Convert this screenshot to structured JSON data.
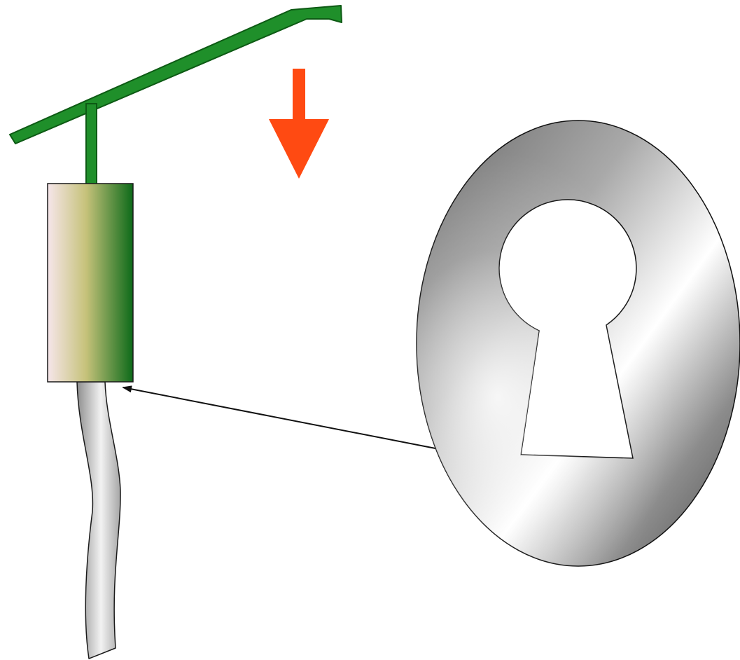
{
  "diagram": {
    "components": [
      {
        "key": "lever",
        "icon": "lever-handle-icon"
      },
      {
        "key": "stem",
        "icon": "stem-rod-icon"
      },
      {
        "key": "sleeve",
        "icon": "sleeve-cylinder-icon"
      },
      {
        "key": "string",
        "icon": "string-strand-icon"
      },
      {
        "key": "direction_arrow",
        "icon": "down-arrow-icon"
      },
      {
        "key": "keyhole_plate",
        "icon": "keyhole-plate-icon"
      },
      {
        "key": "pointer",
        "icon": "pointer-arrow-icon"
      }
    ],
    "colors": {
      "background": "#ffffff",
      "lever_fill": "#1f8f2a",
      "lever_stroke": "#0d5a14",
      "sleeve_light": "#f6e6ea",
      "sleeve_mid": "#c6c27a",
      "sleeve_dark": "#0c6a19",
      "string_light": "#f2f2f2",
      "string_dark": "#8e8e8e",
      "arrow": "#ff4a12",
      "plate_light": "#ffffff",
      "plate_mid": "#a9a9a9",
      "plate_dark": "#4c4c4c",
      "outline": "#111111"
    }
  }
}
